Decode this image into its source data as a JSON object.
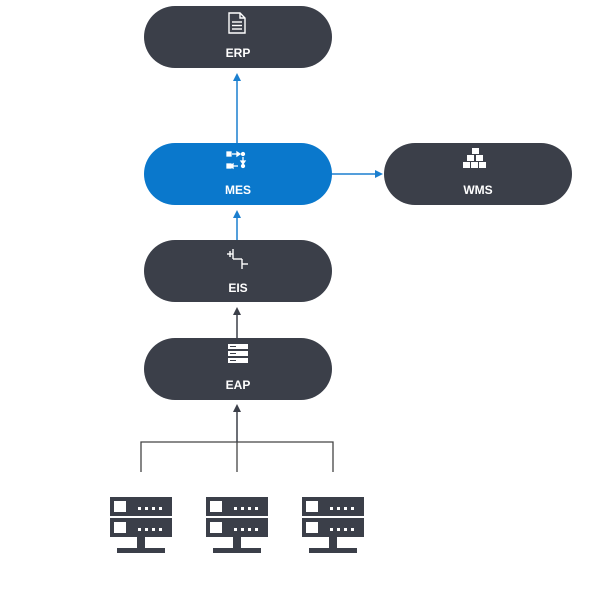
{
  "diagram": {
    "nodes": {
      "erp": {
        "label": "ERP",
        "icon": "document-icon"
      },
      "mes": {
        "label": "MES",
        "icon": "workflow-icon"
      },
      "wms": {
        "label": "WMS",
        "icon": "boxes-icon"
      },
      "eis": {
        "label": "EIS",
        "icon": "integration-icon"
      },
      "eap": {
        "label": "EAP",
        "icon": "server-rack-icon"
      }
    },
    "devices": [
      {
        "icon": "server-device-icon"
      },
      {
        "icon": "server-device-icon"
      },
      {
        "icon": "server-device-icon"
      }
    ],
    "edges": [
      {
        "from": "devices",
        "to": "EAP"
      },
      {
        "from": "EAP",
        "to": "EIS"
      },
      {
        "from": "EIS",
        "to": "MES"
      },
      {
        "from": "MES",
        "to": "ERP"
      },
      {
        "from": "MES",
        "to": "WMS"
      }
    ],
    "colors": {
      "node_dark": "#3b3f49",
      "node_accent": "#0a78cc",
      "arrow_blue": "#1b7fcf",
      "arrow_dark": "#3b3f49",
      "connector": "#444444"
    }
  }
}
